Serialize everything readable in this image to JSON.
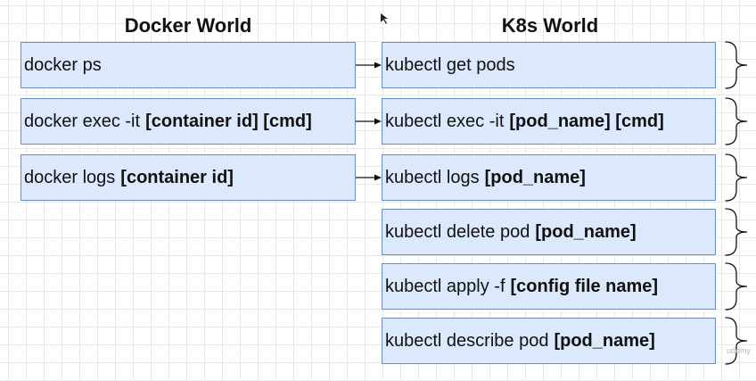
{
  "headings": {
    "docker": "Docker World",
    "k8s": "K8s World"
  },
  "docker_commands": [
    {
      "text": "docker ps",
      "bold": ""
    },
    {
      "text": "docker exec -it",
      "bold": "[container id] [cmd]"
    },
    {
      "text": "docker logs",
      "bold": "[container id]"
    }
  ],
  "k8s_commands": [
    {
      "text": "kubectl get pods",
      "bold": ""
    },
    {
      "text": "kubectl exec -it",
      "bold": "[pod_name] [cmd]"
    },
    {
      "text": "kubectl logs",
      "bold": "[pod_name]"
    },
    {
      "text": "kubectl delete pod",
      "bold": "[pod_name]"
    },
    {
      "text": "kubectl apply -f",
      "bold": "[config file name]"
    },
    {
      "text": "kubectl describe pod",
      "bold": "[pod_name]"
    }
  ],
  "watermark": "udemy",
  "colors": {
    "box_fill": "#dce8fb",
    "box_border": "#6c8ebf",
    "arrow": "#111111",
    "brace": "#111111"
  }
}
